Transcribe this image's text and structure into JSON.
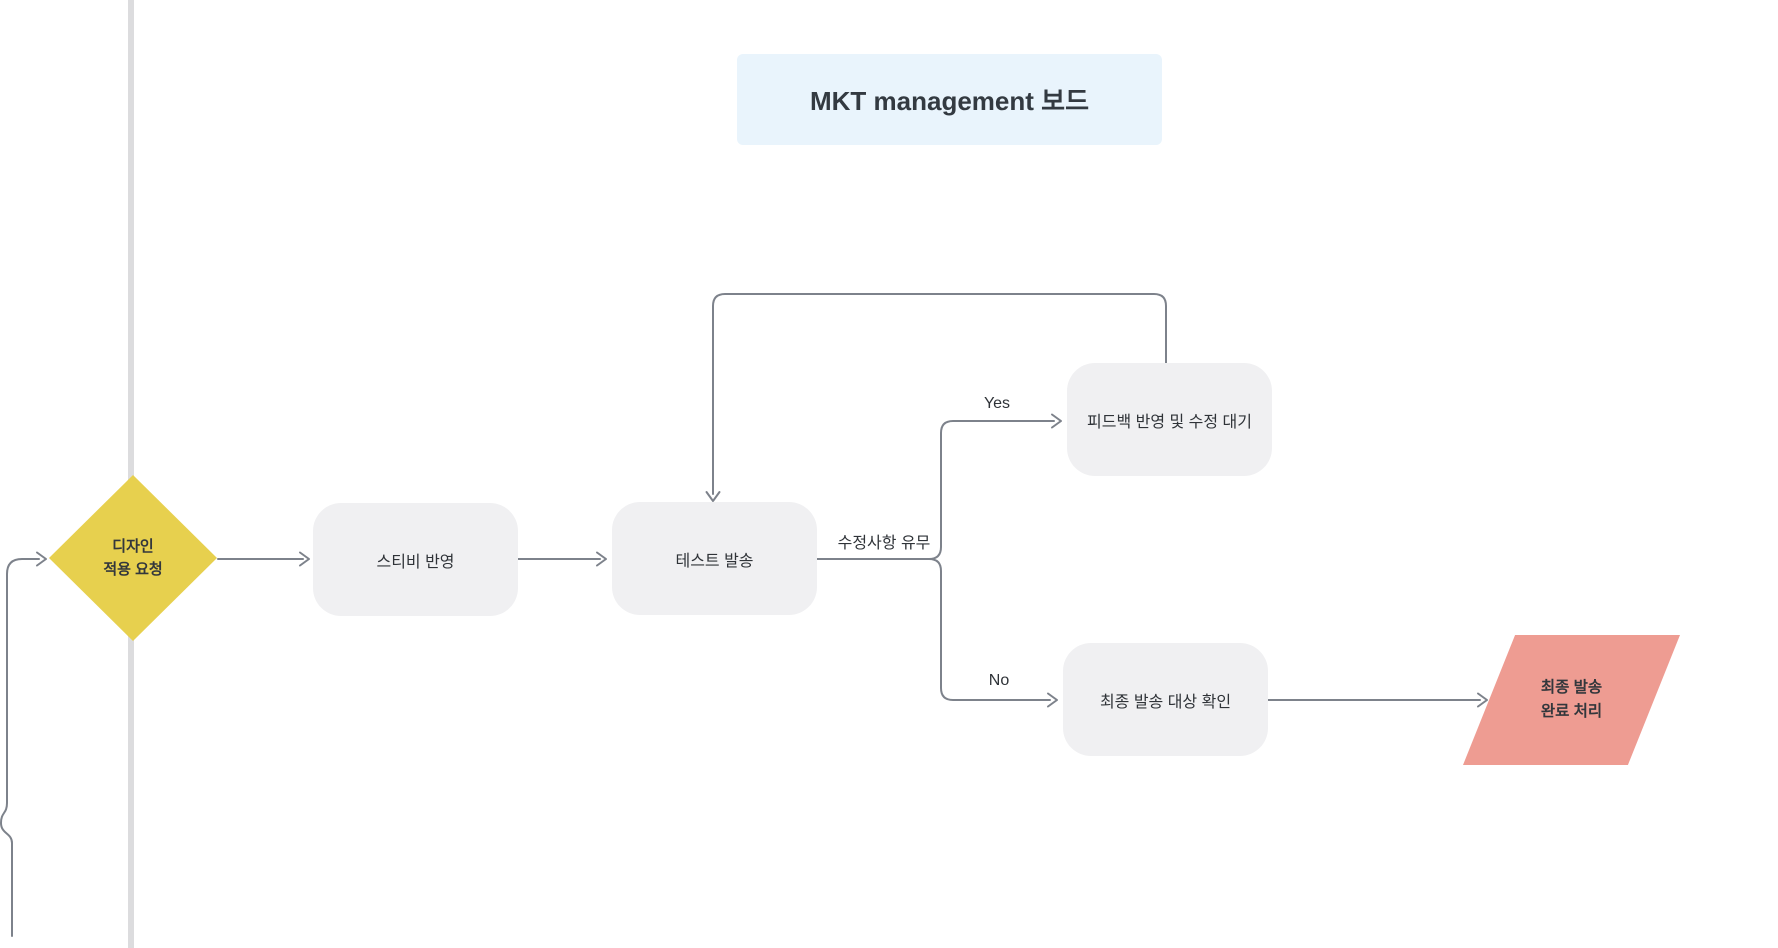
{
  "title": {
    "label": "MKT management 보드"
  },
  "nodes": {
    "design_request": {
      "type": "decision",
      "lines": [
        "디자인",
        "적용 요청"
      ]
    },
    "stibee": {
      "type": "process",
      "label": "스티비 반영"
    },
    "test_send": {
      "type": "process",
      "label": "테스트 발송"
    },
    "feedback_wait": {
      "type": "process",
      "label": "피드백 반영 및 수정 대기"
    },
    "final_check": {
      "type": "process",
      "label": "최종 발송 대상 확인"
    },
    "final_done": {
      "type": "io",
      "lines": [
        "최종 발송",
        "완료 처리"
      ]
    }
  },
  "edges": {
    "condition_label": "수정사항 유무",
    "yes_label": "Yes",
    "no_label": "No"
  },
  "colors": {
    "decision_fill": "#e7d04e",
    "io_fill": "#ee9c92",
    "process_fill": "#f0f0f2",
    "title_fill": "#e9f4fc",
    "connector": "#7d828b",
    "guide_line": "#dcdcde",
    "text": "#2f3338"
  }
}
